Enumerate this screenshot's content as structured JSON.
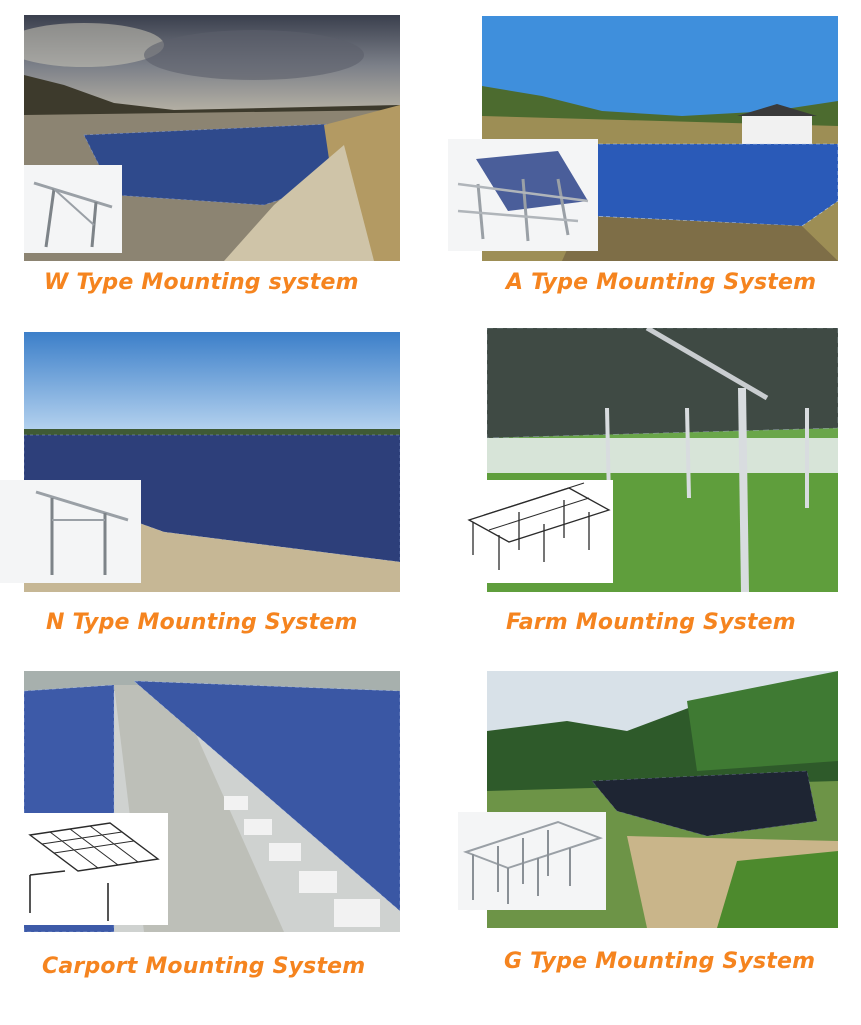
{
  "colors": {
    "caption": "#f5841f",
    "background": "#ffffff",
    "panel_blue": "#2f4a8c"
  },
  "items": [
    {
      "caption": "W Type Mounting system",
      "photo_icon": "solar-farm-hillside-photo",
      "inset_icon": "w-type-bracket-icon"
    },
    {
      "caption": "A Type Mounting System",
      "photo_icon": "solar-field-house-photo",
      "inset_icon": "a-type-bracket-icon"
    },
    {
      "caption": "N Type Mounting System",
      "photo_icon": "solar-plain-field-photo",
      "inset_icon": "n-type-bracket-icon"
    },
    {
      "caption": "Farm Mounting System",
      "photo_icon": "agrivoltaic-farm-photo",
      "inset_icon": "farm-bracket-icon"
    },
    {
      "caption": "Carport Mounting System",
      "photo_icon": "solar-carport-photo",
      "inset_icon": "carport-bracket-icon"
    },
    {
      "caption": "G Type Mounting System",
      "photo_icon": "solar-forest-clearing-photo",
      "inset_icon": "g-type-bracket-icon"
    }
  ]
}
